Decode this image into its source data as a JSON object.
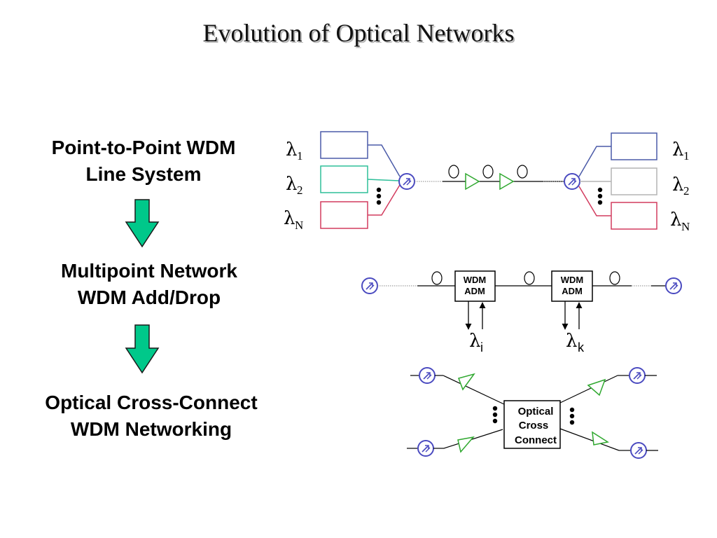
{
  "title": "Evolution of Optical Networks",
  "stages": [
    {
      "line1": "Point-to-Point WDM",
      "line2": "Line System"
    },
    {
      "line1": "Multipoint Network",
      "line2": "WDM Add/Drop"
    },
    {
      "line1": "Optical Cross-Connect",
      "line2": "WDM Networking"
    }
  ],
  "lambda_symbol": "λ",
  "point_to_point": {
    "left_subscripts": [
      "1",
      "2",
      "N"
    ],
    "right_subscripts": [
      "1",
      "2",
      "N"
    ]
  },
  "add_drop": {
    "adm_line1": "WDM",
    "adm_line2": "ADM",
    "drop_subscripts": [
      "i",
      "k"
    ]
  },
  "cross_connect": {
    "line1": "Optical",
    "line2": "Cross",
    "line3": "Connect"
  },
  "colors": {
    "channel_1": "#4a5aa8",
    "channel_2_left": "#2ebf99",
    "channel_2_right": "#b4b4b4",
    "channel_N": "#d23b5e",
    "amplifier": "#2fa82f",
    "mux": "#4a4ac0",
    "arrow": "#00c88a"
  }
}
